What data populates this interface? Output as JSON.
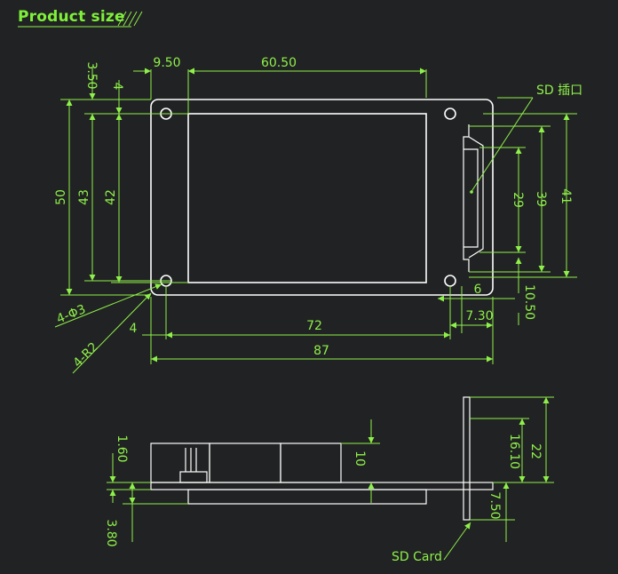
{
  "title": "Product size",
  "colors": {
    "background": "#212223",
    "dimension": "#8ef04a",
    "outline": "#ffffff",
    "title": "#7ff03a"
  },
  "top_view": {
    "dims": {
      "left_offset": "9.50",
      "screen_width": "60.50",
      "top_offset": "3.50",
      "top_margin": "4",
      "height_total": "50",
      "height_holes": "43",
      "height_screen": "42",
      "hole_pitch": "72",
      "width_total": "87",
      "hole_edge": "4",
      "sd_slot_height": "29",
      "sd_height_39": "39",
      "sd_height_41": "41",
      "sd_edge": "6",
      "sd_depth": "7.30",
      "sd_bottom": "10.50"
    },
    "labels": {
      "sd_slot": "SD 插口",
      "holes": "4-Φ3",
      "corners": "4-R2"
    }
  },
  "side_view": {
    "dims": {
      "pin_height": "1.60",
      "base_height": "3.80",
      "component_height": "10",
      "card_height_22": "22",
      "card_height_16": "16.10",
      "card_bottom": "7.50"
    },
    "labels": {
      "sd_card": "SD Card"
    }
  }
}
